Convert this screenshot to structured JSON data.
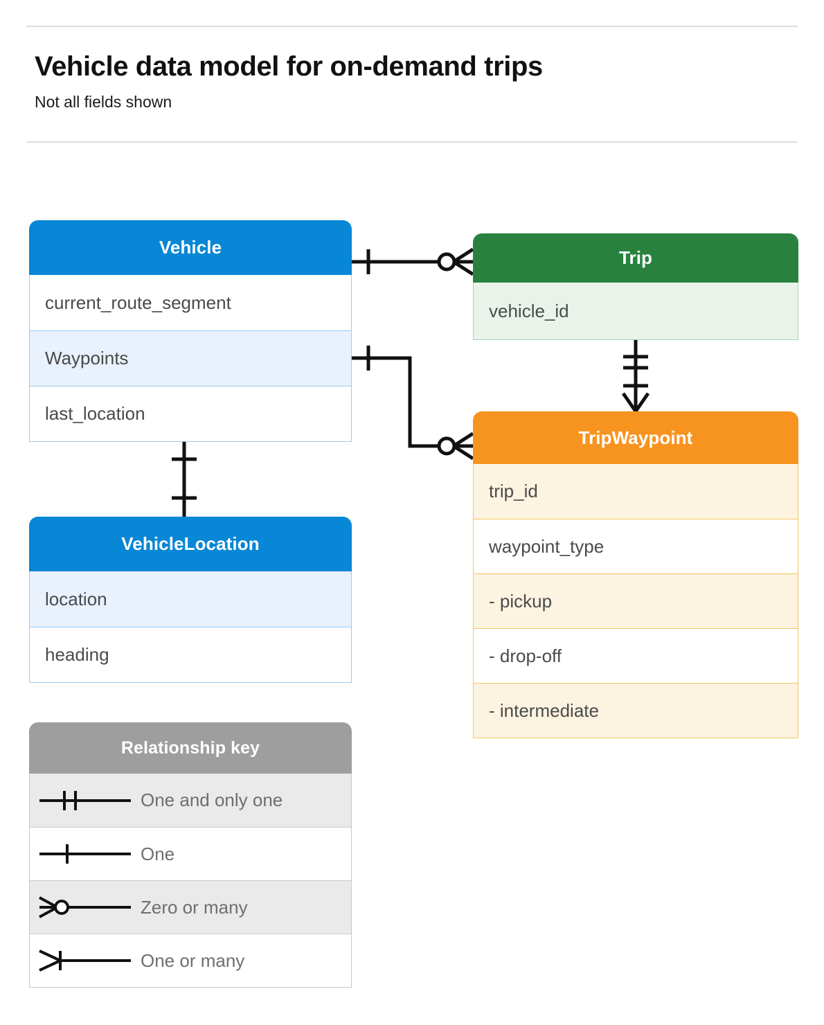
{
  "header": {
    "title": "Vehicle data model for on-demand trips",
    "subtitle": "Not all fields shown"
  },
  "colors": {
    "vehicle": "#0787d5",
    "trip": "#28823e",
    "tripwaypoint": "#f7941f",
    "legend": "#9e9e9e",
    "row_text": "#4a4a4a",
    "legend_text": "#6e6e6e",
    "rule": "#dadce0",
    "connector": "#111111"
  },
  "entities": {
    "vehicle": {
      "name": "Vehicle",
      "fields": [
        "current_route_segment",
        "Waypoints",
        "last_location"
      ]
    },
    "vehicle_location": {
      "name": "VehicleLocation",
      "fields": [
        "location",
        "heading"
      ]
    },
    "trip": {
      "name": "Trip",
      "fields": [
        "vehicle_id"
      ]
    },
    "trip_waypoint": {
      "name": "TripWaypoint",
      "fields": [
        "trip_id",
        "waypoint_type",
        "-  pickup",
        "-  drop-off",
        "-  intermediate"
      ]
    }
  },
  "legend": {
    "title": "Relationship key",
    "items": [
      {
        "symbol": "one-and-only-one-icon",
        "label": "One and only one"
      },
      {
        "symbol": "one-icon",
        "label": "One"
      },
      {
        "symbol": "zero-or-many-icon",
        "label": "Zero or many"
      },
      {
        "symbol": "one-or-many-icon",
        "label": "One or many"
      }
    ]
  },
  "relationships": [
    {
      "from": "Vehicle",
      "to": "Trip",
      "from_cardinality": "One",
      "to_cardinality": "Zero or many"
    },
    {
      "from": "Vehicle.Waypoints",
      "to": "TripWaypoint",
      "from_cardinality": "One",
      "to_cardinality": "Zero or many"
    },
    {
      "from": "Trip",
      "to": "TripWaypoint",
      "from_cardinality": "One and only one",
      "to_cardinality": "One or many"
    },
    {
      "from": "Vehicle",
      "to": "VehicleLocation",
      "from_cardinality": "One",
      "to_cardinality": "One"
    }
  ]
}
